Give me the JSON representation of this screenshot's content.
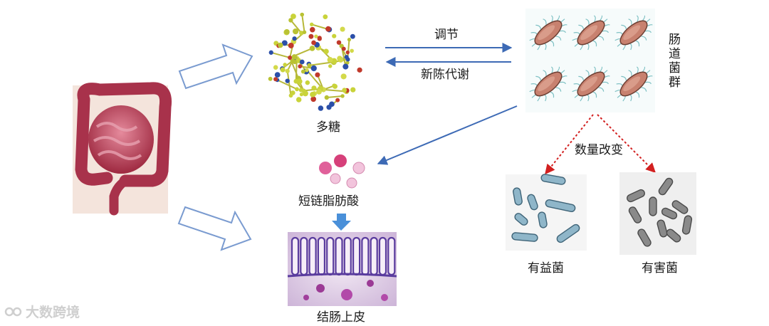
{
  "labels": {
    "polysaccharide": "多糖",
    "regulate": "调节",
    "metabolism": "新陈代谢",
    "gut_flora": "肠道菌群",
    "quantity_change": "数量改变",
    "scfa": "短链脂肪酸",
    "colon_epithelium": "结肠上皮",
    "beneficial_bacteria": "有益菌",
    "harmful_bacteria": "有害菌"
  },
  "watermark": {
    "text": "大数跨境"
  },
  "colors": {
    "blue_arrow": "#3d6ab5",
    "red_dotted_arrow": "#d22020",
    "down_arrow": "#4a90d9",
    "scfa_dark": "#d6407a",
    "scfa_light": "#f2c4dc",
    "beneficial_rod": "#8fb6c9",
    "harmful_rod": "#8a8a8a",
    "intestine": "#b83a52",
    "bacteria_body": "#c8816f"
  },
  "icons": [
    "intestine-image",
    "polysaccharide-molecule-image",
    "gut-bacteria-image",
    "scfa-circles-icon",
    "colon-tissue-image",
    "beneficial-bacteria-image",
    "harmful-bacteria-image",
    "hollow-arrow-icon",
    "down-arrow-icon"
  ]
}
